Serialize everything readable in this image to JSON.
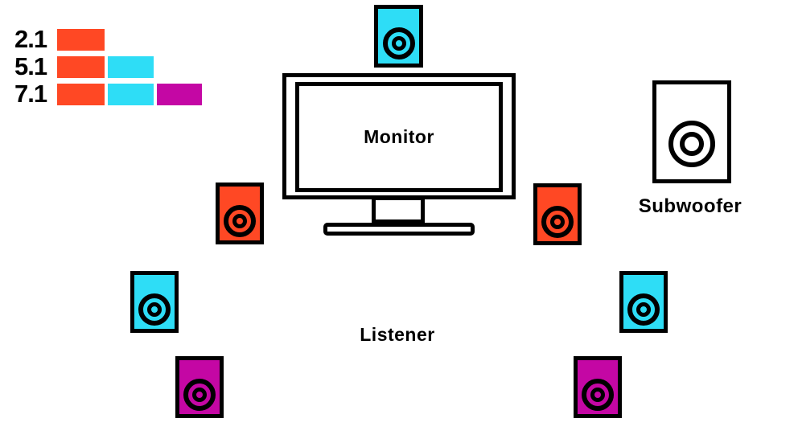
{
  "colors": {
    "front": "#FF4824",
    "surround": "#2EDDF6",
    "rear": "#C407A4",
    "outline": "#000000",
    "background": "#FFFFFF"
  },
  "legend": {
    "rows": [
      {
        "label": "2.1",
        "bars": [
          "front"
        ]
      },
      {
        "label": "5.1",
        "bars": [
          "front",
          "surround"
        ]
      },
      {
        "label": "7.1",
        "bars": [
          "front",
          "surround",
          "rear"
        ]
      }
    ]
  },
  "monitor": {
    "label": "Monitor"
  },
  "subwoofer": {
    "label": "Subwoofer"
  },
  "listener": {
    "label": "Listener"
  },
  "speakers": [
    {
      "position": "top-center",
      "color_key": "surround"
    },
    {
      "position": "front-left",
      "color_key": "front"
    },
    {
      "position": "front-right",
      "color_key": "front"
    },
    {
      "position": "side-left",
      "color_key": "surround"
    },
    {
      "position": "side-right",
      "color_key": "surround"
    },
    {
      "position": "rear-left",
      "color_key": "rear"
    },
    {
      "position": "rear-right",
      "color_key": "rear"
    }
  ]
}
